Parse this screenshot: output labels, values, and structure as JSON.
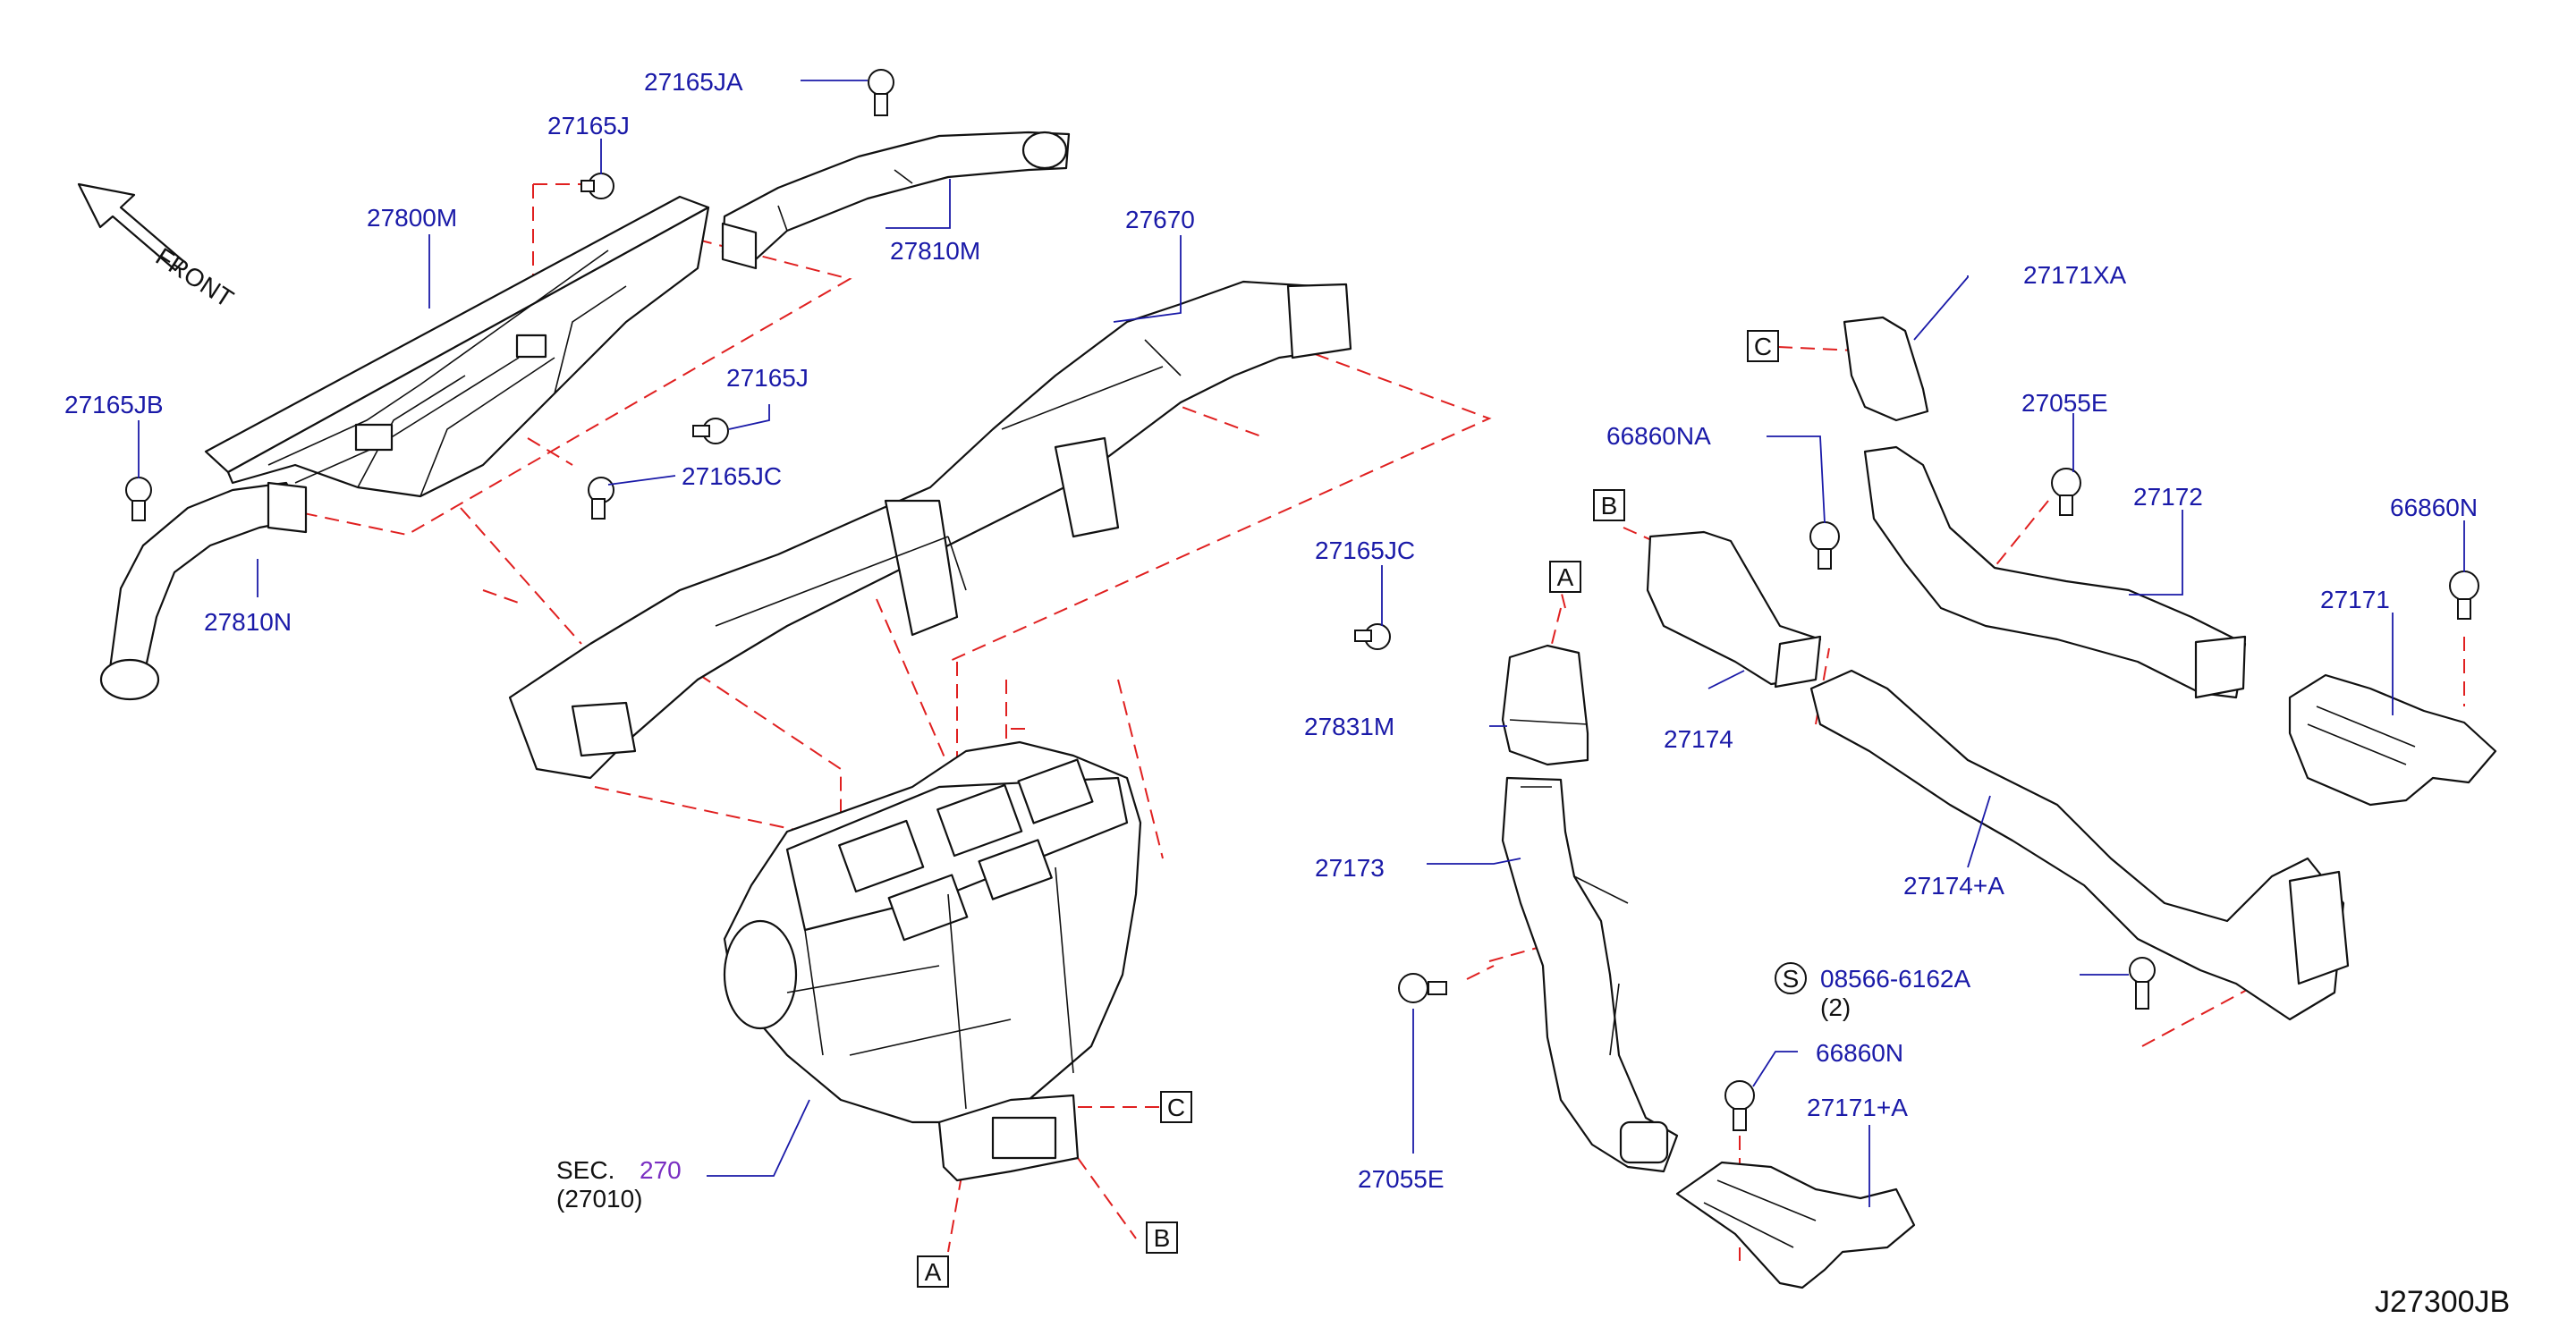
{
  "front_label": "FRONT",
  "diagram_code": "J27300JB",
  "section_ref": {
    "prefix": "SEC.",
    "number": "270",
    "sub": "(27010)"
  },
  "bolt_spec": {
    "symbol": "S",
    "part_no": "08566-6162A",
    "qty": "(2)"
  },
  "ref_letters": {
    "a": "A",
    "b": "B",
    "c": "C"
  },
  "parts": {
    "p27165JA": "27165JA",
    "p27165J_top": "27165J",
    "p27800M": "27800M",
    "p27810M": "27810M",
    "p27670": "27670",
    "p27165J_mid": "27165J",
    "p27165JB": "27165JB",
    "p27165JC_left": "27165JC",
    "p27810N": "27810N",
    "p27165JC_right": "27165JC",
    "p27171XA": "27171XA",
    "p27055E_top": "27055E",
    "p66860NA": "66860NA",
    "p27172": "27172",
    "p66860N_right": "66860N",
    "p27171": "27171",
    "p27831M": "27831M",
    "p27174": "27174",
    "p27173": "27173",
    "p27174A": "27174+A",
    "p27055E_bottom": "27055E",
    "p66860N_bottom": "66860N",
    "p27171A": "27171+A"
  }
}
